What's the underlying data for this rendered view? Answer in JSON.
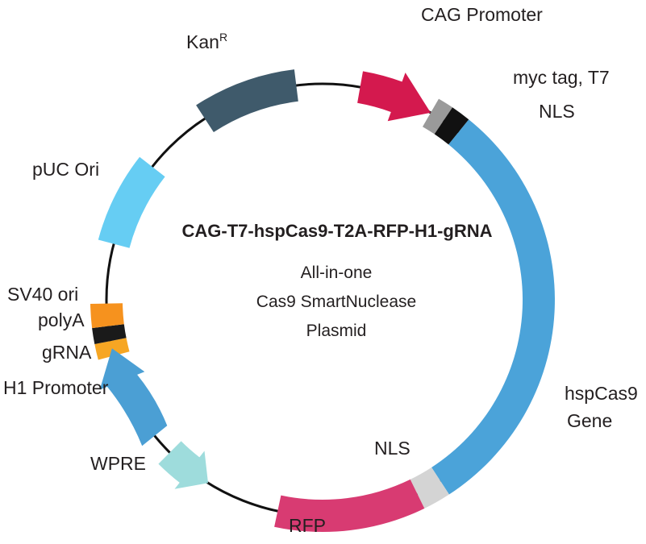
{
  "plasmid": {
    "title": "CAG-T7-hspCas9-T2A-RFP-H1-gRNA",
    "subtitle_lines": [
      "All-in-one",
      "Cas9 SmartNuclease",
      "Plasmid"
    ]
  },
  "features": {
    "cag_promoter": {
      "label": "CAG Promoter",
      "color": "#d4194e"
    },
    "myc_tag_t7": {
      "label": "myc tag, T7",
      "color": "#9a9a9a"
    },
    "nls_top": {
      "label": "NLS",
      "color": "#111111"
    },
    "hspcas9_gene": {
      "label_line1": "hspCas9",
      "label_line2": "Gene",
      "color": "#4ba3d9"
    },
    "nls_bottom": {
      "label": "NLS",
      "color": "#d4d4d4"
    },
    "rfp": {
      "label": "RFP",
      "color": "#d83b72"
    },
    "wpre": {
      "label": "WPRE",
      "color": "#9edcdc"
    },
    "h1_promoter": {
      "label": "H1 Promoter",
      "color": "#4b9fd4"
    },
    "grna": {
      "label": "gRNA",
      "color": "#f6a623"
    },
    "polya": {
      "label": "polyA",
      "color": "#1a1a1a"
    },
    "sv40_ori": {
      "label": "SV40 ori",
      "color": "#f6921e"
    },
    "puc_ori": {
      "label": "pUC Ori",
      "color": "#66cdf3"
    },
    "kan_r": {
      "label": "Kan",
      "label_sup": "R",
      "color": "#3f5a6b"
    }
  },
  "backbone_color": "#111111"
}
